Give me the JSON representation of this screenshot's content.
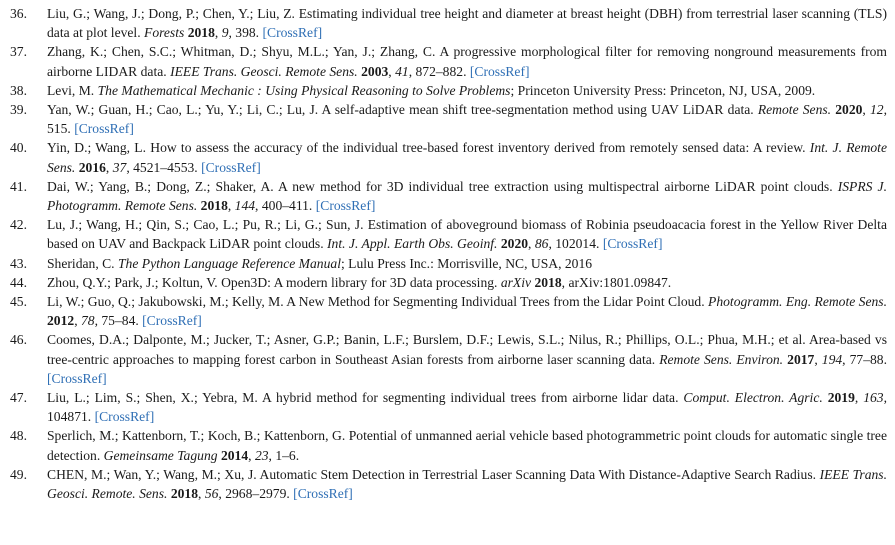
{
  "references": [
    {
      "num": "36.",
      "parts": [
        {
          "t": "Liu, G.; Wang, J.; Dong, P.; Chen, Y.; Liu, Z. Estimating individual tree height and diameter at breast height (DBH) from terrestrial laser scanning (TLS) data at plot level. "
        },
        {
          "t": "Forests",
          "s": "it"
        },
        {
          "t": " "
        },
        {
          "t": "2018",
          "s": "b"
        },
        {
          "t": ", "
        },
        {
          "t": "9",
          "s": "it"
        },
        {
          "t": ", 398. "
        },
        {
          "t": "[CrossRef]",
          "s": "link"
        }
      ]
    },
    {
      "num": "37.",
      "parts": [
        {
          "t": "Zhang, K.; Chen, S.C.; Whitman, D.; Shyu, M.L.; Yan, J.; Zhang, C. A progressive morphological filter for removing nonground measurements from airborne LIDAR data. "
        },
        {
          "t": "IEEE Trans. Geosci. Remote Sens.",
          "s": "it"
        },
        {
          "t": " "
        },
        {
          "t": "2003",
          "s": "b"
        },
        {
          "t": ", "
        },
        {
          "t": "41",
          "s": "it"
        },
        {
          "t": ", 872–882. "
        },
        {
          "t": "[CrossRef]",
          "s": "link"
        }
      ]
    },
    {
      "num": "38.",
      "parts": [
        {
          "t": "Levi, M. "
        },
        {
          "t": "The Mathematical Mechanic : Using Physical Reasoning to Solve Problems",
          "s": "it"
        },
        {
          "t": "; Princeton University Press: Princeton, NJ, USA, 2009."
        }
      ]
    },
    {
      "num": "39.",
      "parts": [
        {
          "t": "Yan, W.; Guan, H.; Cao, L.; Yu, Y.; Li, C.; Lu, J. A self-adaptive mean shift tree-segmentation method using UAV LiDAR data. "
        },
        {
          "t": "Remote Sens.",
          "s": "it"
        },
        {
          "t": " "
        },
        {
          "t": "2020",
          "s": "b"
        },
        {
          "t": ", "
        },
        {
          "t": "12",
          "s": "it"
        },
        {
          "t": ", 515. "
        },
        {
          "t": "[CrossRef]",
          "s": "link"
        }
      ]
    },
    {
      "num": "40.",
      "parts": [
        {
          "t": "Yin, D.; Wang, L. How to assess the accuracy of the individual tree-based forest inventory derived from remotely sensed data: A review. "
        },
        {
          "t": "Int. J. Remote Sens.",
          "s": "it"
        },
        {
          "t": " "
        },
        {
          "t": "2016",
          "s": "b"
        },
        {
          "t": ", "
        },
        {
          "t": "37",
          "s": "it"
        },
        {
          "t": ", 4521–4553. "
        },
        {
          "t": "[CrossRef]",
          "s": "link"
        }
      ]
    },
    {
      "num": "41.",
      "parts": [
        {
          "t": "Dai, W.; Yang, B.; Dong, Z.; Shaker, A. A new method for 3D individual tree extraction using multispectral airborne LiDAR point clouds. "
        },
        {
          "t": "ISPRS J. Photogramm. Remote Sens.",
          "s": "it"
        },
        {
          "t": " "
        },
        {
          "t": "2018",
          "s": "b"
        },
        {
          "t": ", "
        },
        {
          "t": "144",
          "s": "it"
        },
        {
          "t": ", 400–411. "
        },
        {
          "t": "[CrossRef]",
          "s": "link"
        }
      ]
    },
    {
      "num": "42.",
      "parts": [
        {
          "t": "Lu, J.; Wang, H.; Qin, S.; Cao, L.; Pu, R.; Li, G.; Sun, J. Estimation of aboveground biomass of Robinia pseudoacacia forest in the Yellow River Delta based on UAV and Backpack LiDAR point clouds. "
        },
        {
          "t": "Int. J. Appl. Earth Obs. Geoinf.",
          "s": "it"
        },
        {
          "t": " "
        },
        {
          "t": "2020",
          "s": "b"
        },
        {
          "t": ", "
        },
        {
          "t": "86",
          "s": "it"
        },
        {
          "t": ", 102014. "
        },
        {
          "t": "[CrossRef]",
          "s": "link"
        }
      ]
    },
    {
      "num": "43.",
      "parts": [
        {
          "t": "Sheridan, C. "
        },
        {
          "t": "The Python Language Reference Manual",
          "s": "it"
        },
        {
          "t": "; Lulu Press Inc.: Morrisville, NC, USA, 2016"
        }
      ]
    },
    {
      "num": "44.",
      "parts": [
        {
          "t": "Zhou, Q.Y.; Park, J.; Koltun, V. Open3D: A modern library for 3D data processing. "
        },
        {
          "t": "arXiv",
          "s": "it"
        },
        {
          "t": " "
        },
        {
          "t": "2018",
          "s": "b"
        },
        {
          "t": ", arXiv:1801.09847."
        }
      ]
    },
    {
      "num": "45.",
      "parts": [
        {
          "t": "Li, W.; Guo, Q.; Jakubowski, M.; Kelly, M. A New Method for Segmenting Individual Trees from the Lidar Point Cloud. "
        },
        {
          "t": "Photogramm. Eng. Remote Sens.",
          "s": "it"
        },
        {
          "t": " "
        },
        {
          "t": "2012",
          "s": "b"
        },
        {
          "t": ", "
        },
        {
          "t": "78",
          "s": "it"
        },
        {
          "t": ", 75–84. "
        },
        {
          "t": "[CrossRef]",
          "s": "link"
        }
      ]
    },
    {
      "num": "46.",
      "parts": [
        {
          "t": "Coomes, D.A.; Dalponte, M.; Jucker, T.; Asner, G.P.; Banin, L.F.; Burslem, D.F.; Lewis, S.L.; Nilus, R.; Phillips, O.L.; Phua, M.H.; et al. Area-based vs tree-centric approaches to mapping forest carbon in Southeast Asian forests from airborne laser scanning data. "
        },
        {
          "t": "Remote Sens. Environ.",
          "s": "it"
        },
        {
          "t": " "
        },
        {
          "t": "2017",
          "s": "b"
        },
        {
          "t": ", "
        },
        {
          "t": "194",
          "s": "it"
        },
        {
          "t": ", 77–88. "
        },
        {
          "t": "[CrossRef]",
          "s": "link"
        }
      ]
    },
    {
      "num": "47.",
      "parts": [
        {
          "t": "Liu, L.; Lim, S.; Shen, X.; Yebra, M. A hybrid method for segmenting individual trees from airborne lidar data. "
        },
        {
          "t": "Comput. Electron. Agric.",
          "s": "it"
        },
        {
          "t": " "
        },
        {
          "t": "2019",
          "s": "b"
        },
        {
          "t": ", "
        },
        {
          "t": "163",
          "s": "it"
        },
        {
          "t": ", 104871. "
        },
        {
          "t": "[CrossRef]",
          "s": "link"
        }
      ]
    },
    {
      "num": "48.",
      "parts": [
        {
          "t": "Sperlich, M.; Kattenborn, T.; Koch, B.; Kattenborn, G. Potential of unmanned aerial vehicle based photogrammetric point clouds for automatic single tree detection. "
        },
        {
          "t": "Gemeinsame Tagung",
          "s": "it"
        },
        {
          "t": " "
        },
        {
          "t": "2014",
          "s": "b"
        },
        {
          "t": ", "
        },
        {
          "t": "23",
          "s": "it"
        },
        {
          "t": ", 1–6."
        }
      ]
    },
    {
      "num": "49.",
      "parts": [
        {
          "t": "CHEN, M.; Wan, Y.; Wang, M.; Xu, J. Automatic Stem Detection in Terrestrial Laser Scanning Data With Distance-Adaptive Search Radius. "
        },
        {
          "t": "IEEE Trans. Geosci. Remote. Sens.",
          "s": "it"
        },
        {
          "t": " "
        },
        {
          "t": "2018",
          "s": "b"
        },
        {
          "t": ", "
        },
        {
          "t": "56",
          "s": "it"
        },
        {
          "t": ", 2968–2979. "
        },
        {
          "t": "[CrossRef]",
          "s": "link"
        }
      ]
    }
  ],
  "colors": {
    "text": "#1a1a1a",
    "link": "#2f6fb5"
  }
}
